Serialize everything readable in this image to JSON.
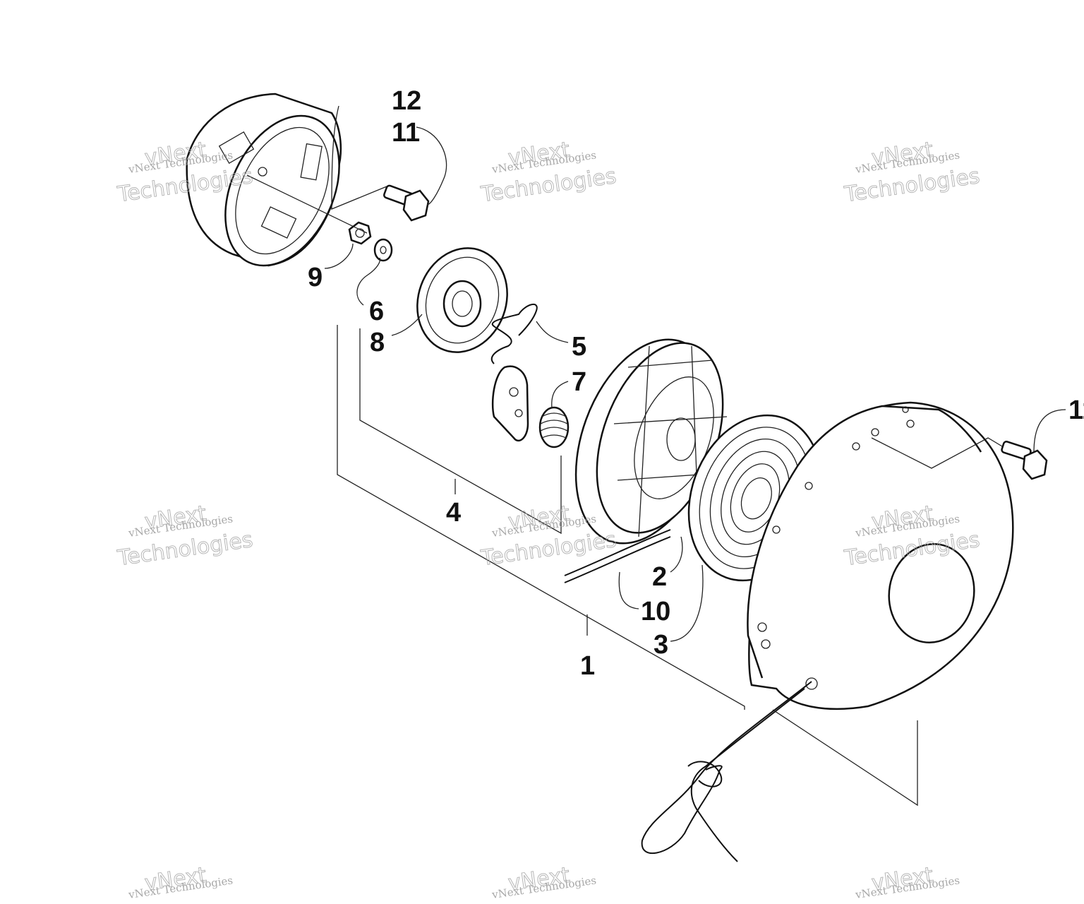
{
  "callouts": {
    "c1": "1",
    "c2": "2",
    "c3": "3",
    "c4": "4",
    "c5": "5",
    "c6": "6",
    "c7": "7",
    "c8": "8",
    "c9": "9",
    "c10": "10",
    "c11": "11",
    "c12": "12",
    "c11_right": "11"
  },
  "watermark": {
    "line_small": "vNext Technologies",
    "word_top": "vNext",
    "word_bottom": "Technologies"
  }
}
